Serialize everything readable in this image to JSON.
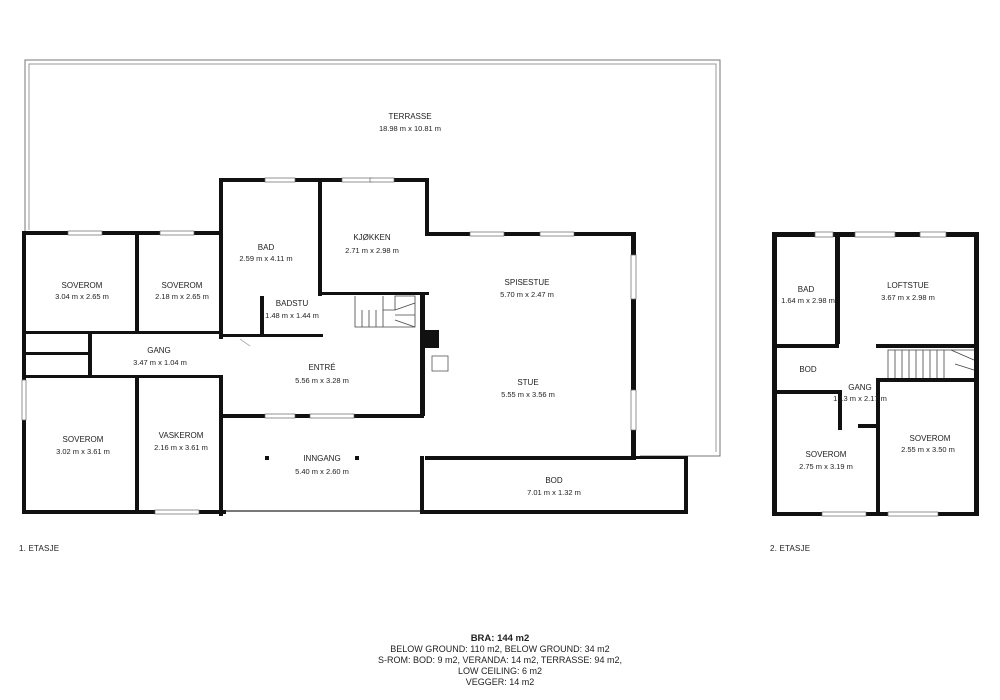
{
  "floors": [
    {
      "label": "1. ETASJE",
      "rooms": [
        {
          "name": "TERRASSE",
          "dims": "18.98 m x 10.81 m"
        },
        {
          "name": "SOVEROM",
          "dims": "3.04 m x 2.65 m"
        },
        {
          "name": "SOVEROM",
          "dims": "2.18 m x 2.65 m"
        },
        {
          "name": "BAD",
          "dims": "2.59 m x 4.11 m"
        },
        {
          "name": "BADSTU",
          "dims": "1.48 m x 1.44 m"
        },
        {
          "name": "KJØKKEN",
          "dims": "2.71 m x 2.98 m"
        },
        {
          "name": "SPISESTUE",
          "dims": "5.70 m x 2.47 m"
        },
        {
          "name": "GANG",
          "dims": "3.47 m x 1.04 m"
        },
        {
          "name": "ENTRÉ",
          "dims": "5.56 m x 3.28 m"
        },
        {
          "name": "STUE",
          "dims": "5.55 m x 3.56 m"
        },
        {
          "name": "SOVEROM",
          "dims": "3.02 m x 3.61 m"
        },
        {
          "name": "VASKEROM",
          "dims": "2.16 m x 3.61 m"
        },
        {
          "name": "INNGANG",
          "dims": "5.40 m x 2.60 m"
        },
        {
          "name": "BOD",
          "dims": "7.01 m x 1.32 m"
        }
      ]
    },
    {
      "label": "2. ETASJE",
      "rooms": [
        {
          "name": "BAD",
          "dims": "1.64 m x 2.98 m"
        },
        {
          "name": "LOFTSTUE",
          "dims": "3.67 m x 2.98 m"
        },
        {
          "name": "BOD",
          "dims": ""
        },
        {
          "name": "GANG",
          "dims": "1.13 m x 2.17 m"
        },
        {
          "name": "SOVEROM",
          "dims": "2.75 m x 3.19 m"
        },
        {
          "name": "SOVEROM",
          "dims": "2.55 m x 3.50 m"
        }
      ]
    }
  ],
  "summary": {
    "bra": "BRA: 144 m2",
    "lines": [
      "BELOW GROUND: 110 m2, BELOW GROUND: 34 m2",
      "S-ROM: BOD: 9 m2, VERANDA: 14 m2, TERRASSE: 94 m2,",
      "LOW CEILING: 6 m2",
      "VEGGER: 14 m2"
    ]
  }
}
